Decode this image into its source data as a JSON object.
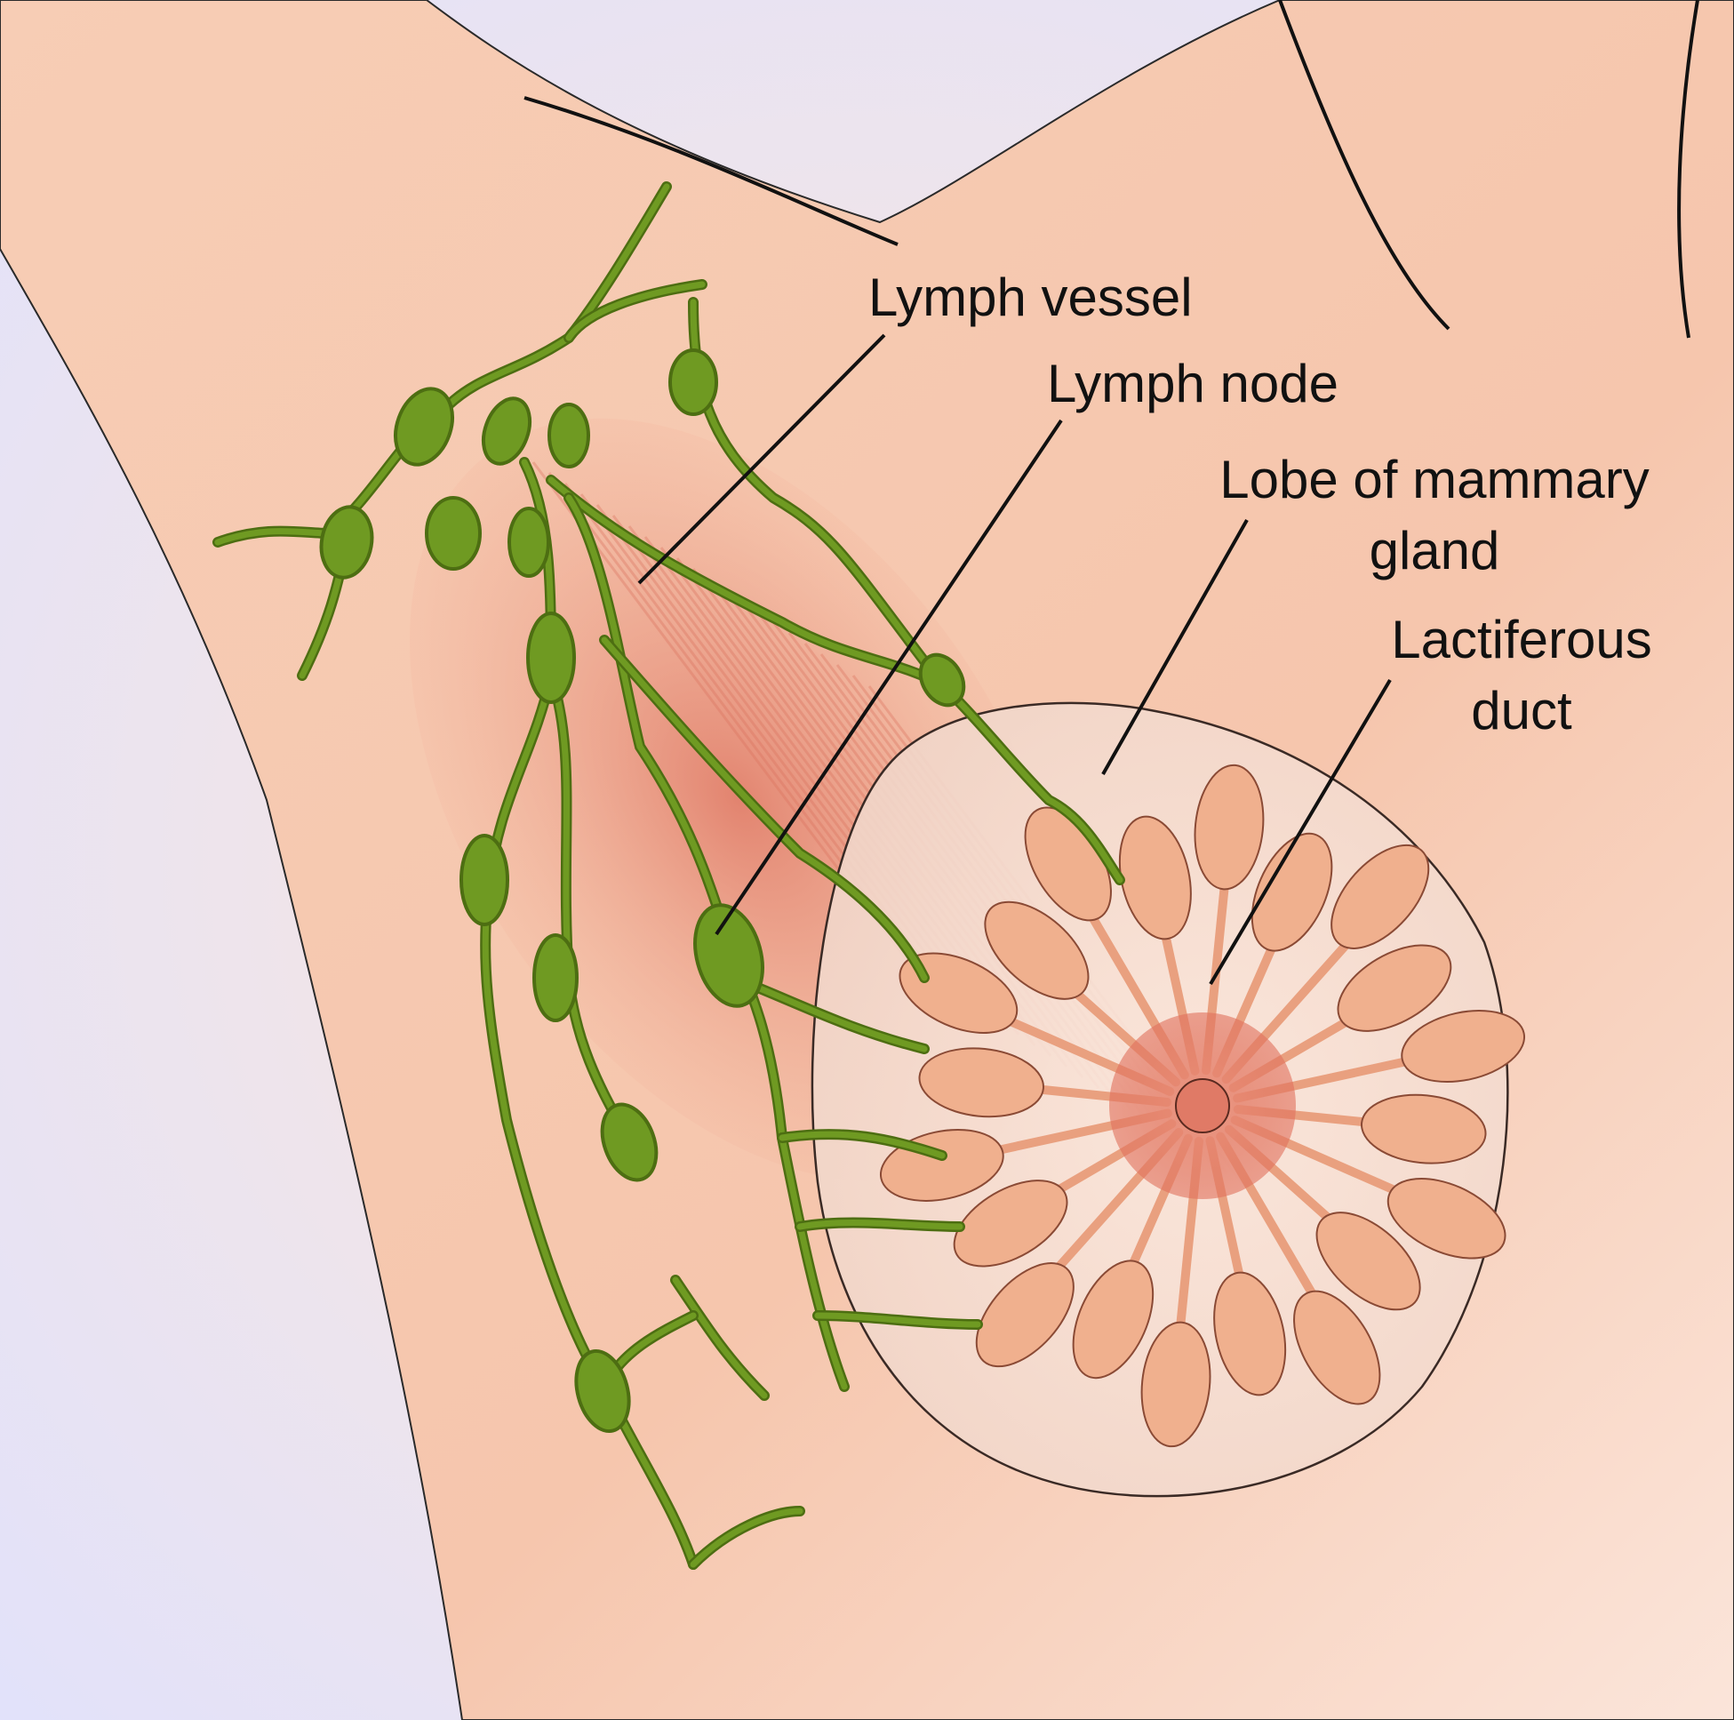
{
  "labels": {
    "lymph_vessel": "Lymph vessel",
    "lymph_node": "Lymph node",
    "lobe_line1": "Lobe of mammary",
    "lobe_line2": "gland",
    "duct_line1": "Lactiferous",
    "duct_line2": "duct"
  },
  "colors": {
    "background": "#e6e6fb",
    "skin": "#f6c8ae",
    "muscle": "#e58f7a",
    "lymph": "#6f9a22",
    "lymph_dark": "#4d6e12",
    "lobe": "#f0b08e",
    "areola": "#e4806a"
  }
}
